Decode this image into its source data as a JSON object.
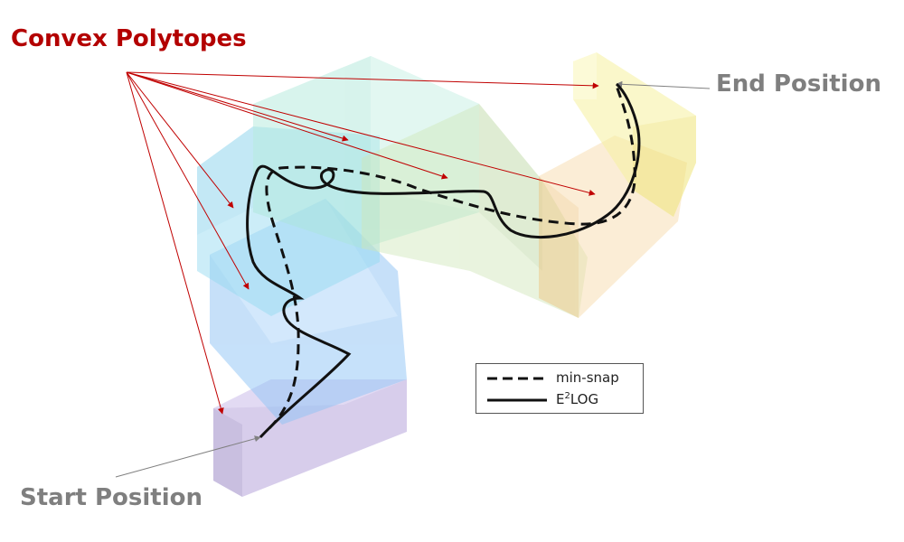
{
  "callouts": {
    "convex_polytopes": "Convex Polytopes",
    "end_position": "End Position",
    "start_position": "Start Position"
  },
  "legend": {
    "min_snap": "min-snap",
    "e2log_base": "E",
    "e2log_sup": "2",
    "e2log_rest": "LOG"
  },
  "colors": {
    "callout_red": "#b30000",
    "callout_gray": "#7f7f7f",
    "arrow_red": "#c00000",
    "arrow_gray": "#808080",
    "trajectory": "#111111",
    "polytope_purple": "#b7a6dc",
    "polytope_blue": "#8ec3f5",
    "polytope_cyan": "#8fd9f0",
    "polytope_teal": "#a8e6d6",
    "polytope_green": "#cfe6b8",
    "polytope_orange": "#f7d9a5",
    "polytope_yellow": "#f6f1a0"
  },
  "icons": {
    "polytopes": "convex-polytope-icon",
    "trajectory_solid": "solid-line-icon",
    "trajectory_dashed": "dashed-line-icon"
  }
}
